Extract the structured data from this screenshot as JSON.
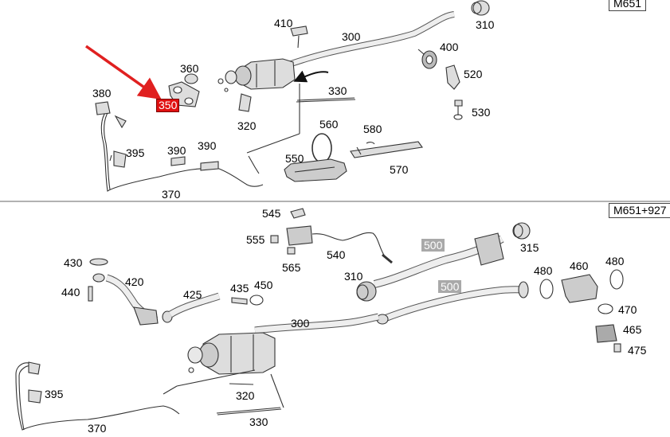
{
  "upper": {
    "variant": "M651",
    "parts": {
      "p410": "410",
      "p300": "300",
      "p310": "310",
      "p360": "360",
      "p400": "400",
      "p520": "520",
      "p380": "380",
      "p350": "350",
      "p330": "330",
      "p530": "530",
      "p320": "320",
      "p560": "560",
      "p580": "580",
      "p395": "395",
      "p390a": "390",
      "p390b": "390",
      "p550": "550",
      "p570": "570",
      "p370": "370"
    }
  },
  "lower": {
    "variant": "M651+927",
    "parts": {
      "p545": "545",
      "p555": "555",
      "p500a": "500",
      "p315": "315",
      "p565": "565",
      "p540": "540",
      "p430": "430",
      "p420": "420",
      "p310": "310",
      "p480a": "480",
      "p460": "460",
      "p480b": "480",
      "p440": "440",
      "p425": "425",
      "p435": "435",
      "p450": "450",
      "p500b": "500",
      "p470": "470",
      "p300": "300",
      "p465": "465",
      "p475": "475",
      "p395": "395",
      "p320": "320",
      "p370": "370",
      "p330": "330"
    }
  },
  "colors": {
    "highlight_red": "#e01010",
    "highlight_gray": "#a9a9a9",
    "line": "#333333",
    "arrow": "#e02020"
  }
}
